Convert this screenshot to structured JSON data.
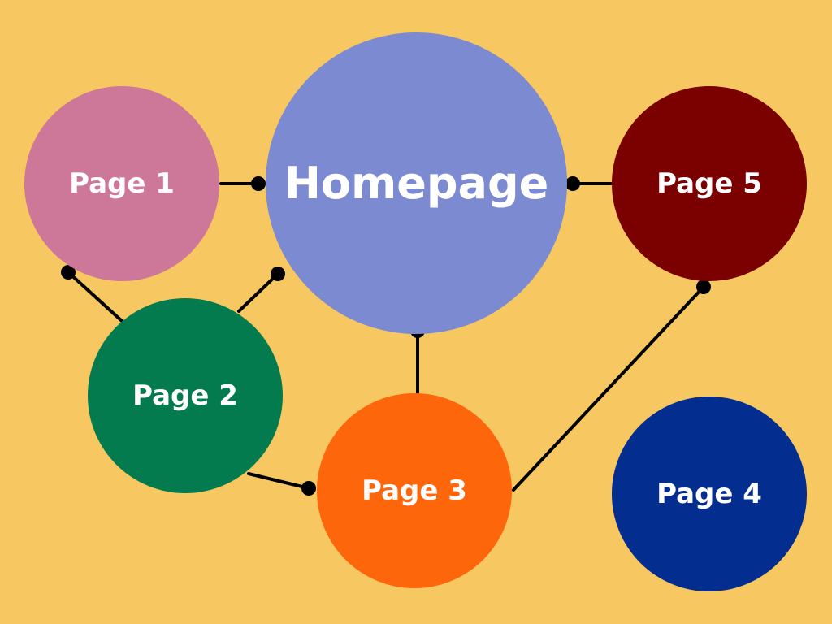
{
  "nodes": {
    "homepage": {
      "label": "Homepage",
      "color": "#7B8AD1"
    },
    "page1": {
      "label": "Page 1",
      "color": "#CD7899"
    },
    "page2": {
      "label": "Page 2",
      "color": "#037B4E"
    },
    "page3": {
      "label": "Page 3",
      "color": "#FE660C"
    },
    "page4": {
      "label": "Page 4",
      "color": "#032D8E"
    },
    "page5": {
      "label": "Page 5",
      "color": "#7B0000"
    }
  },
  "edges": [
    {
      "from": "Page 1",
      "to": "Homepage"
    },
    {
      "from": "Homepage",
      "to": "Page 5"
    },
    {
      "from": "Page 1",
      "to": "Page 2"
    },
    {
      "from": "Page 2",
      "to": "Homepage"
    },
    {
      "from": "Homepage",
      "to": "Page 3"
    },
    {
      "from": "Page 2",
      "to": "Page 3"
    },
    {
      "from": "Page 3",
      "to": "Page 5"
    }
  ],
  "colors": {
    "background": "#F7C762",
    "connector": "#000000",
    "label": "#FFFFFF"
  }
}
